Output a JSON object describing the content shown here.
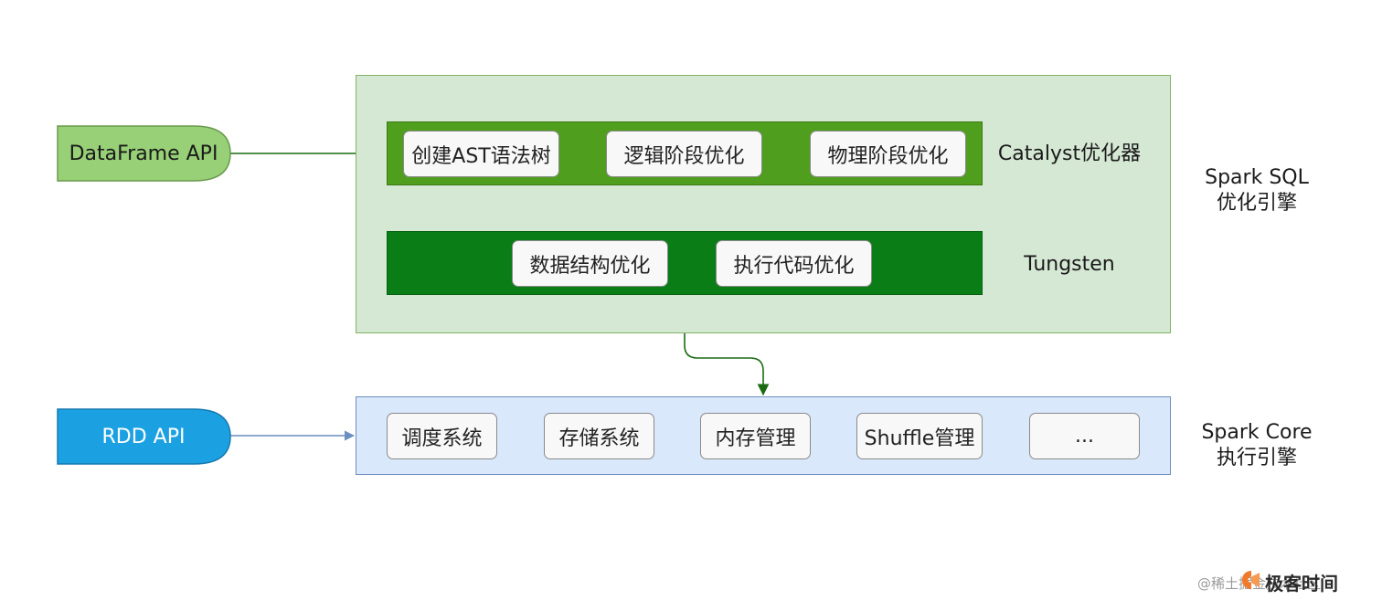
{
  "api_layer": {
    "dataframe_api": "DataFrame API",
    "rdd_api": "RDD API"
  },
  "spark_sql": {
    "title_line1": "Spark SQL",
    "title_line2": "优化引擎",
    "catalyst": {
      "label": "Catalyst优化器",
      "steps": [
        "创建AST语法树",
        "逻辑阶段优化",
        "物理阶段优化"
      ]
    },
    "tungsten": {
      "label": "Tungsten",
      "steps": [
        "数据结构优化",
        "执行代码优化"
      ]
    }
  },
  "spark_core": {
    "title_line1": "Spark Core",
    "title_line2": "执行引擎",
    "modules": [
      "调度系统",
      "存储系统",
      "内存管理",
      "Shuffle管理",
      "..."
    ]
  },
  "watermark": {
    "logo_text": "极客时间",
    "handle": "@稀土掘金技术社区"
  },
  "colors": {
    "sql_region_fill": "#d5e8d4",
    "sql_region_border": "#82b366",
    "catalyst_fill": "#4f9e1e",
    "tungsten_fill": "#0a7d16",
    "core_region_fill": "#dae8fc",
    "core_region_border": "#6c8ebf",
    "dataframe_fill": "#97d077",
    "rdd_fill": "#1ba1e2",
    "arrow_green": "#1a6b12",
    "arrow_blue": "#6c8ebf",
    "logo_orange": "#f07a2a"
  }
}
